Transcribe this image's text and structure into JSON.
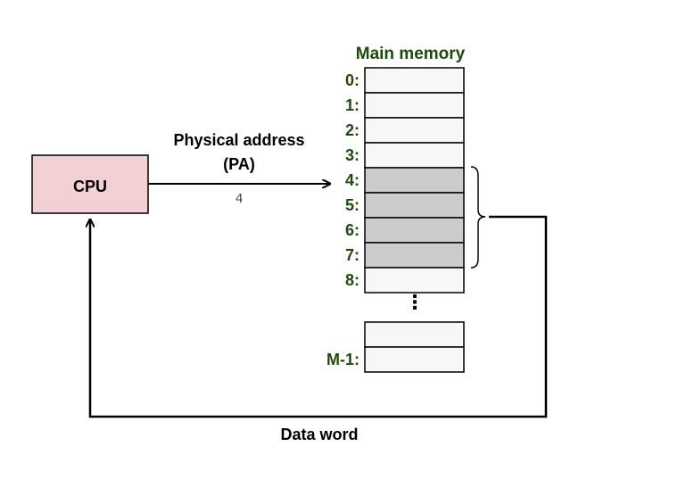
{
  "memory": {
    "title": "Main memory",
    "rows": [
      {
        "label": "0:",
        "highlighted": false
      },
      {
        "label": "1:",
        "highlighted": false
      },
      {
        "label": "2:",
        "highlighted": false
      },
      {
        "label": "3:",
        "highlighted": false
      },
      {
        "label": "4:",
        "highlighted": true
      },
      {
        "label": "5:",
        "highlighted": true
      },
      {
        "label": "6:",
        "highlighted": true
      },
      {
        "label": "7:",
        "highlighted": true
      },
      {
        "label": "8:",
        "highlighted": false
      }
    ],
    "ellipsis": "⋮",
    "last_rows": [
      {
        "label": "",
        "highlighted": false
      },
      {
        "label": "M-1:",
        "highlighted": false
      }
    ]
  },
  "cpu": {
    "label": "CPU"
  },
  "address": {
    "line1": "Physical address",
    "line2": "(PA)",
    "value": "4"
  },
  "data_word": {
    "label": "Data word"
  },
  "colors": {
    "cpu_fill": "#f2d0d3",
    "cell_fill": "#f7f7f7",
    "cell_highlight": "#cccccc",
    "label_green": "#1e4b0c",
    "line": "#000000"
  }
}
